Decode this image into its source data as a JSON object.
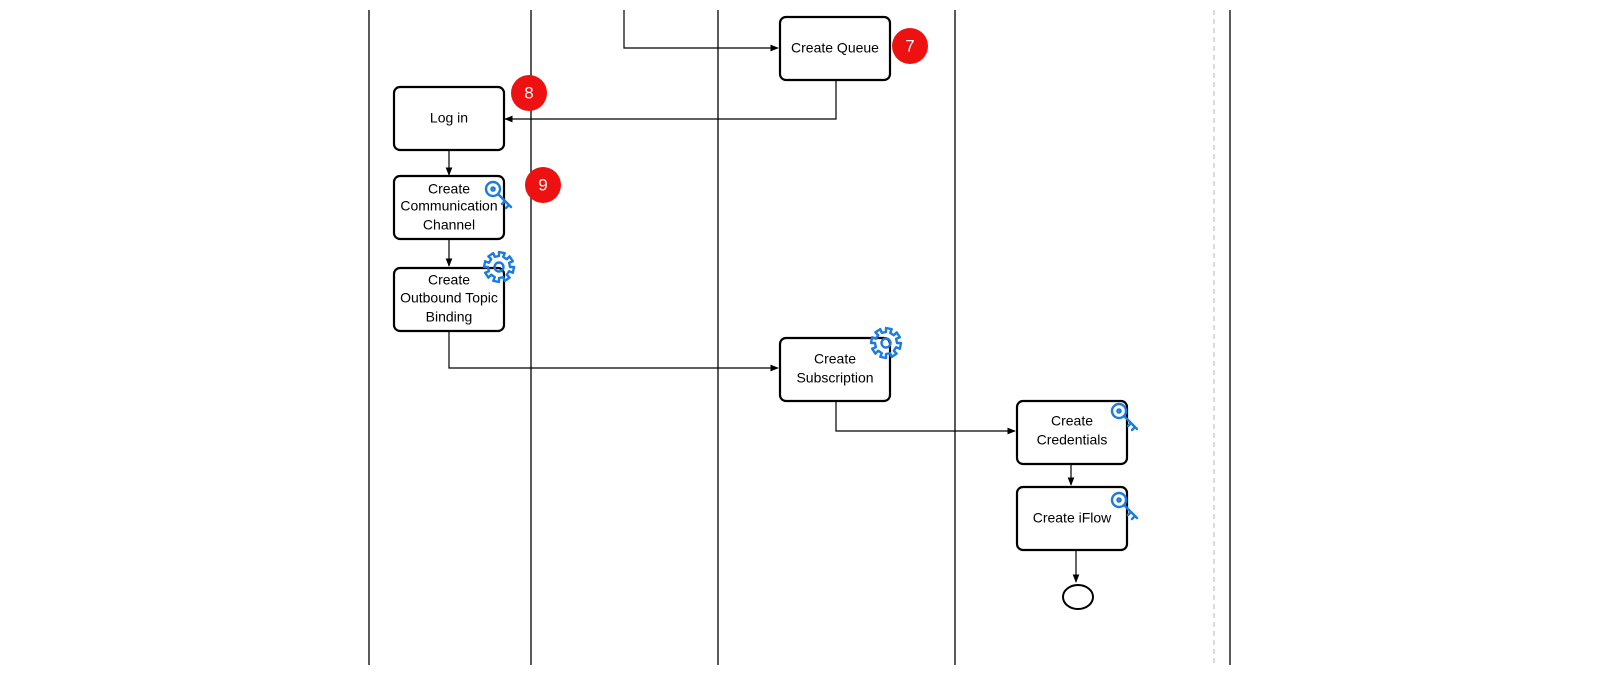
{
  "colors": {
    "badge": "#ee1111",
    "icon": "#1a7be0",
    "line": "#000000",
    "dashed_lane": "#c8c8c8"
  },
  "nodes": {
    "create_queue": {
      "lines": [
        "Create Queue"
      ]
    },
    "log_in": {
      "lines": [
        "Log in"
      ]
    },
    "create_comm_channel": {
      "lines": [
        "Create",
        "Communication",
        "Channel"
      ],
      "icon": "key-icon"
    },
    "create_outbound_binding": {
      "lines": [
        "Create",
        "Outbound Topic",
        "Binding"
      ],
      "icon": "gear-icon"
    },
    "create_subscription": {
      "lines": [
        "Create",
        "Subscription"
      ],
      "icon": "gear-icon"
    },
    "create_credentials": {
      "lines": [
        "Create",
        "Credentials"
      ],
      "icon": "key-icon"
    },
    "create_iflow": {
      "lines": [
        "Create iFlow"
      ],
      "icon": "key-icon"
    }
  },
  "badges": {
    "step7": "7",
    "step8": "8",
    "step9": "9"
  }
}
